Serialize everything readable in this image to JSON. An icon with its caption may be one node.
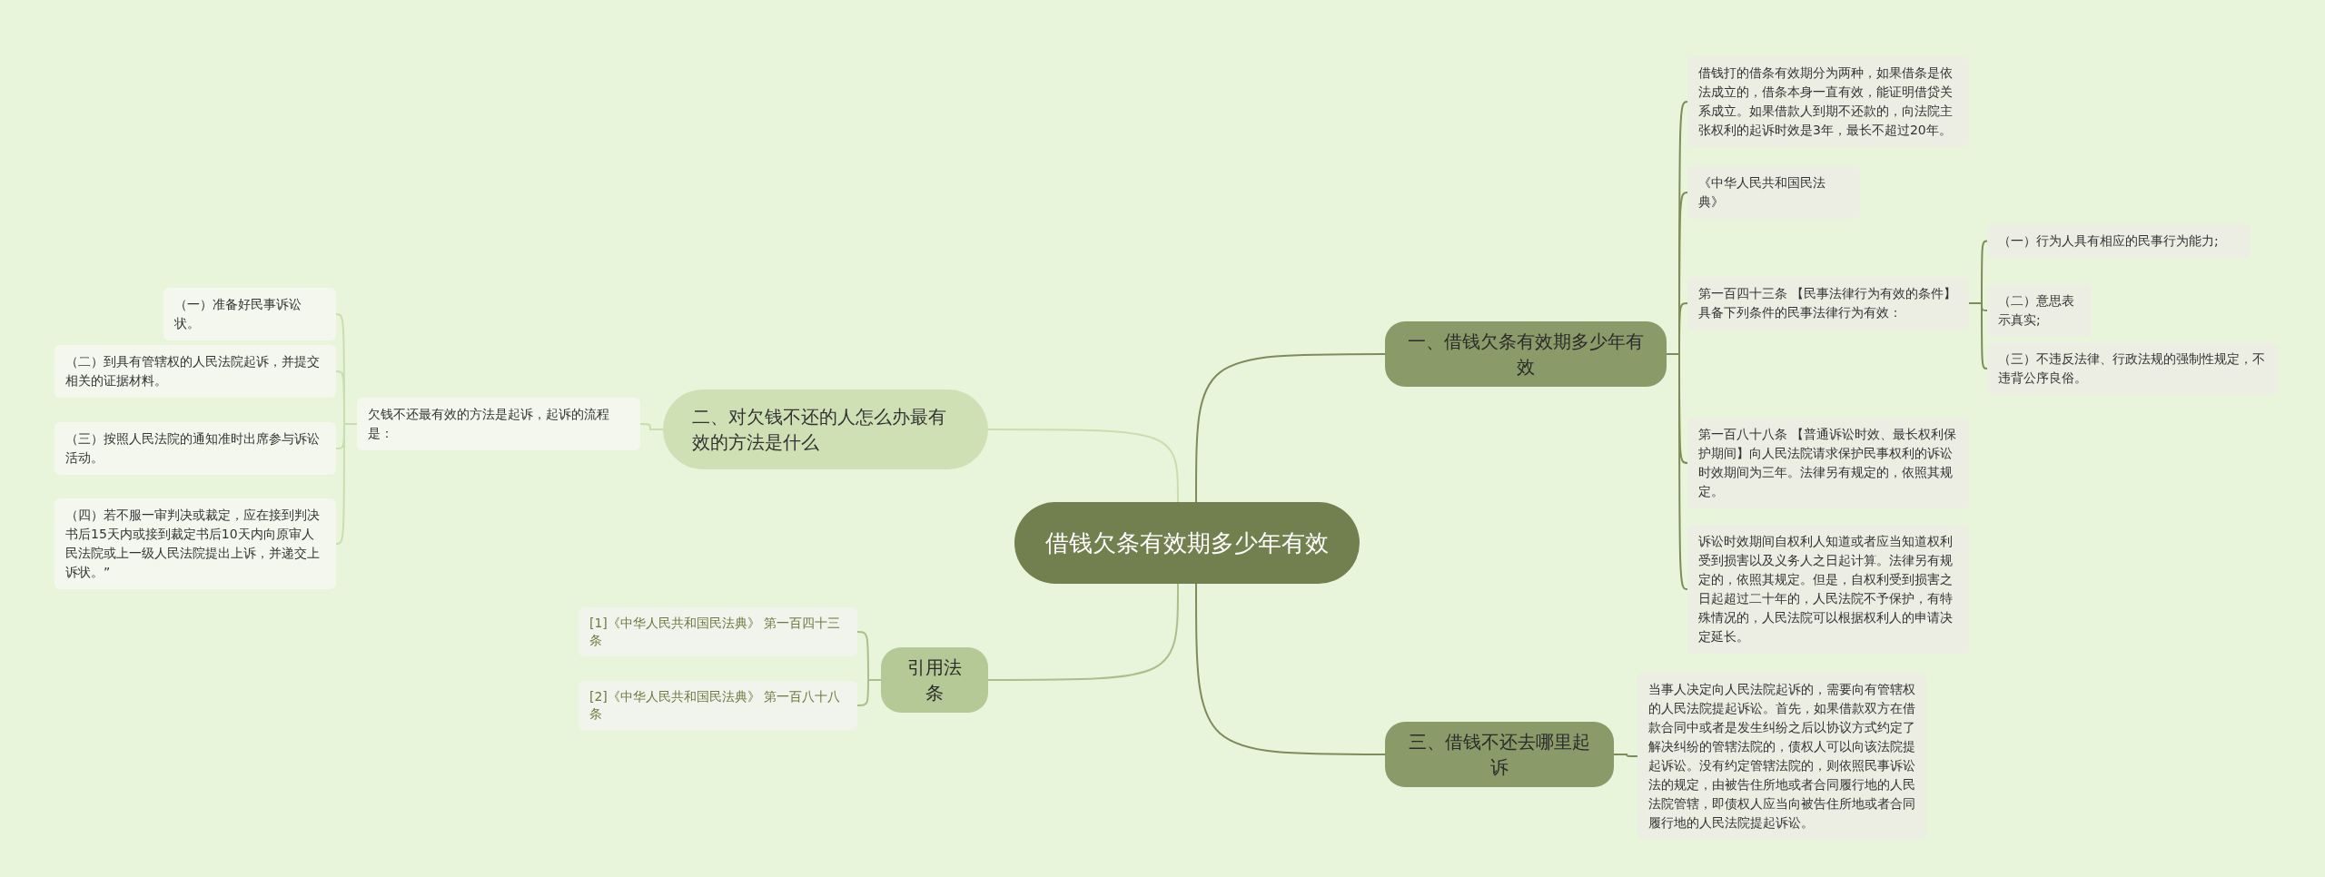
{
  "diagram": {
    "nodes": [
      {
        "text": [
          "借钱欠条有效期多少年有效"
        ]
      },
      {
        "text": [
          "一、借钱欠条有效期多少年有效"
        ]
      },
      {
        "text": [
          "借钱打的借条有效期分为两种，如果借条是依法成立的，借条本身一直有效，能证明借贷关系成立。如果借款人到期不还款的，向法院主张权利的起诉时效是3年，最长不超过20年。"
        ]
      },
      {
        "text": [
          "《中华人民共和国民法典》"
        ]
      },
      {
        "text": [
          "第一百四十三条 【民事法律行为有效的条件】具备下列条件的民事法律行为有效："
        ]
      },
      {
        "text": [
          "（一）行为人具有相应的民事行为能力;"
        ]
      },
      {
        "text": [
          "（二）意思表示真实;"
        ]
      },
      {
        "text": [
          "（三）不违反法律、行政法规的强制性规定，不违背公序良俗。"
        ]
      },
      {
        "text": [
          "第一百八十八条 【普通诉讼时效、最长权利保护期间】向人民法院请求保护民事权利的诉讼时效期间为三年。法律另有规定的，依照其规定。"
        ]
      },
      {
        "text": [
          "诉讼时效期间自权利人知道或者应当知道权利受到损害以及义务人之日起计算。法律另有规定的，依照其规定。但是，自权利受到损害之日起超过二十年的，人民法院不予保护，有特殊情况的，人民法院可以根据权利人的申请决定延长。"
        ]
      },
      {
        "text": [
          "二、对欠钱不还的人怎么办最有效的方法是什么"
        ]
      },
      {
        "text": [
          "欠钱不还最有效的方法是起诉，起诉的流程是："
        ]
      },
      {
        "text": [
          "（一）准备好民事诉讼状。"
        ]
      },
      {
        "text": [
          "（二）到具有管辖权的人民法院起诉，并提交相关的证据材料。"
        ]
      },
      {
        "text": [
          "（三）按照人民法院的通知准时出席参与诉讼活动。"
        ]
      },
      {
        "text": [
          "（四）若不服一审判决或裁定，应在接到判决书后15天内或接到裁定书后10天内向原审人民法院或上一级人民法院提出上诉，并递交上诉状。”"
        ]
      },
      {
        "text": [
          "引用法条"
        ]
      },
      {
        "text": [
          "[1]《中华人民共和国民法典》 第一百四十三条"
        ]
      },
      {
        "text": [
          "[2]《中华人民共和国民法典》 第一百八十八条"
        ]
      },
      {
        "text": [
          "三、借钱不还去哪里起诉"
        ]
      },
      {
        "text": [
          "当事人决定向人民法院起诉的，需要向有管辖权的人民法院提起诉讼。首先，如果借款双方在借款合同中或者是发生纠纷之后以协议方式约定了解决纠纷的管辖法院的，债权人可以向该法院提起诉讼。没有约定管辖法院的，则依照民事诉讼法的规定，由被告住所地或者合同履行地的人民法院管辖，即债权人应当向被告住所地或者合同履行地的人民法院提起诉讼。"
        ]
      }
    ],
    "edges": [
      {
        "from": 0,
        "to": 1,
        "arrow": "none"
      },
      {
        "from": 1,
        "to": 2,
        "arrow": "none"
      },
      {
        "from": 1,
        "to": 3,
        "arrow": "none"
      },
      {
        "from": 1,
        "to": 4,
        "arrow": "none"
      },
      {
        "from": 4,
        "to": 5,
        "arrow": "none"
      },
      {
        "from": 4,
        "to": 6,
        "arrow": "none"
      },
      {
        "from": 4,
        "to": 7,
        "arrow": "none"
      },
      {
        "from": 1,
        "to": 8,
        "arrow": "none"
      },
      {
        "from": 1,
        "to": 9,
        "arrow": "none"
      },
      {
        "from": 0,
        "to": 10,
        "arrow": "none",
        "color": "#c9ddb0"
      },
      {
        "from": 10,
        "to": 11,
        "arrow": "none",
        "color": "#c9ddb0"
      },
      {
        "from": 11,
        "to": 12,
        "arrow": "none",
        "color": "#c9ddb0"
      },
      {
        "from": 11,
        "to": 13,
        "arrow": "none",
        "color": "#c9ddb0"
      },
      {
        "from": 11,
        "to": 14,
        "arrow": "none",
        "color": "#c9ddb0"
      },
      {
        "from": 11,
        "to": 15,
        "arrow": "none",
        "color": "#c9ddb0"
      },
      {
        "from": 0,
        "to": 16,
        "arrow": "none",
        "color": "#aabf8c"
      },
      {
        "from": 16,
        "to": 17,
        "arrow": "none",
        "color": "#aabf8c"
      },
      {
        "from": 16,
        "to": 18,
        "arrow": "none",
        "color": "#aabf8c"
      },
      {
        "from": 0,
        "to": 19,
        "arrow": "none"
      },
      {
        "from": 19,
        "to": 20,
        "arrow": "none"
      }
    ]
  }
}
